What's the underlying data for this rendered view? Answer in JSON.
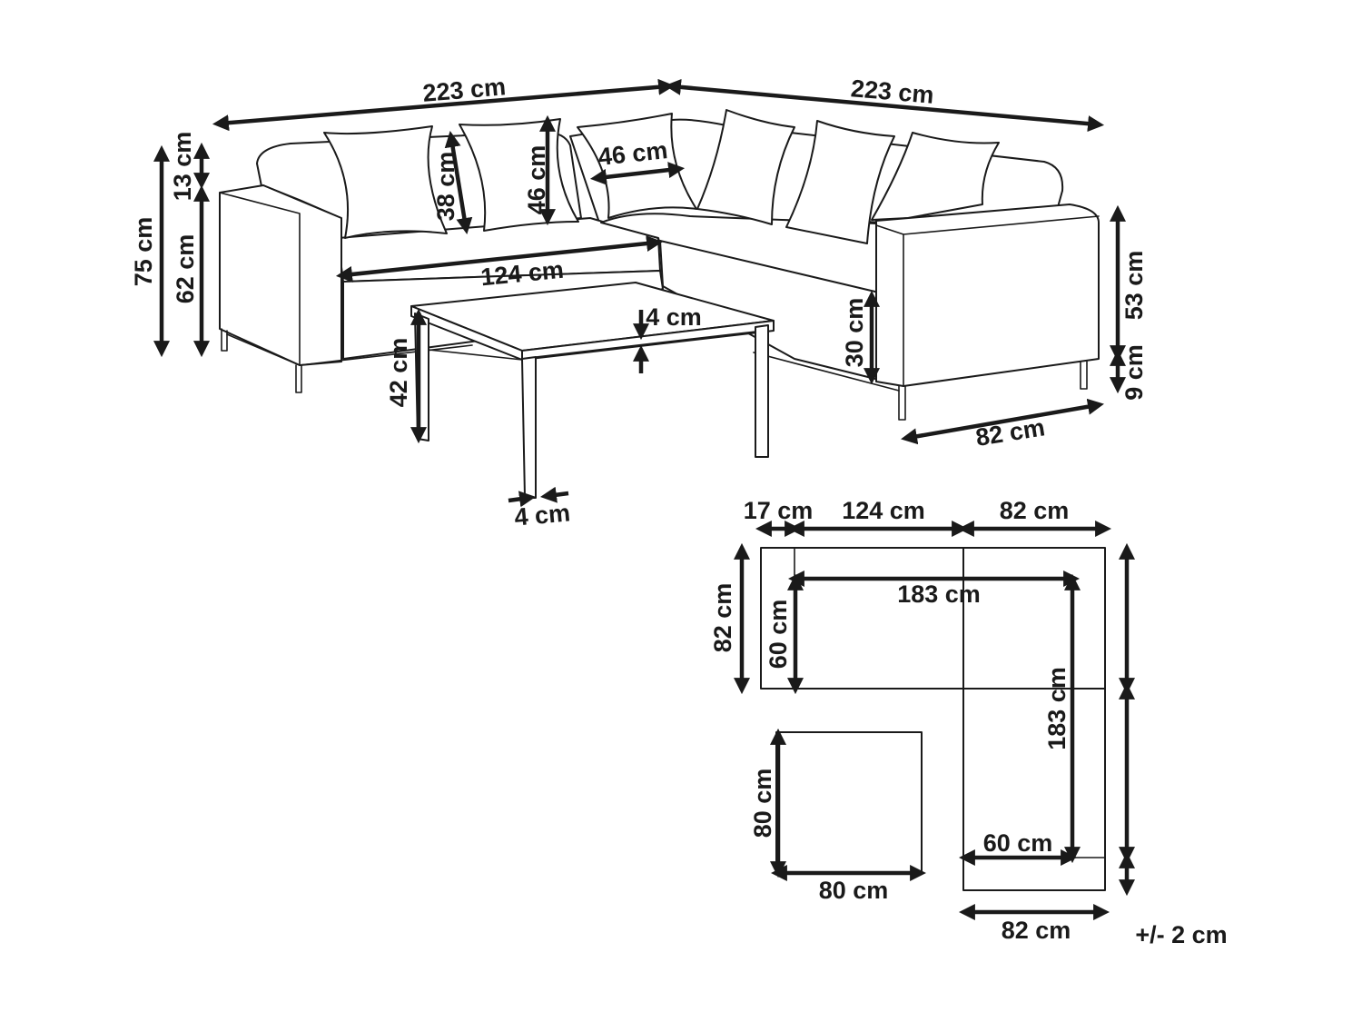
{
  "labels": {
    "total_width_left": "223 cm",
    "total_width_right": "223 cm",
    "pillow_height": "38 cm",
    "pillow_width_tall": "46 cm",
    "pillow_width": "46 cm",
    "back_cushion": "13 cm",
    "total_height": "75 cm",
    "armrest_height": "62 cm",
    "seat_length": "124 cm",
    "table_top": "4 cm",
    "table_height": "42 cm",
    "seat_height": "30 cm",
    "armrest_side": "53 cm",
    "leg_height": "9 cm",
    "module_depth": "82 cm",
    "table_leg": "4 cm",
    "plan_arm": "17 cm",
    "plan_seat": "124 cm",
    "plan_corner": "82 cm",
    "plan_depth": "82 cm",
    "plan_seat_depth": "60 cm",
    "plan_inner_width": "183 cm",
    "plan_inner_length": "183 cm",
    "plan_seat_depth_bottom": "60 cm",
    "plan_table_depth": "80 cm",
    "plan_table_width": "80 cm",
    "plan_bottom_width": "82 cm",
    "tolerance": "+/- 2 cm"
  },
  "colors": {
    "line": "#1a1a1a",
    "background": "#ffffff"
  }
}
